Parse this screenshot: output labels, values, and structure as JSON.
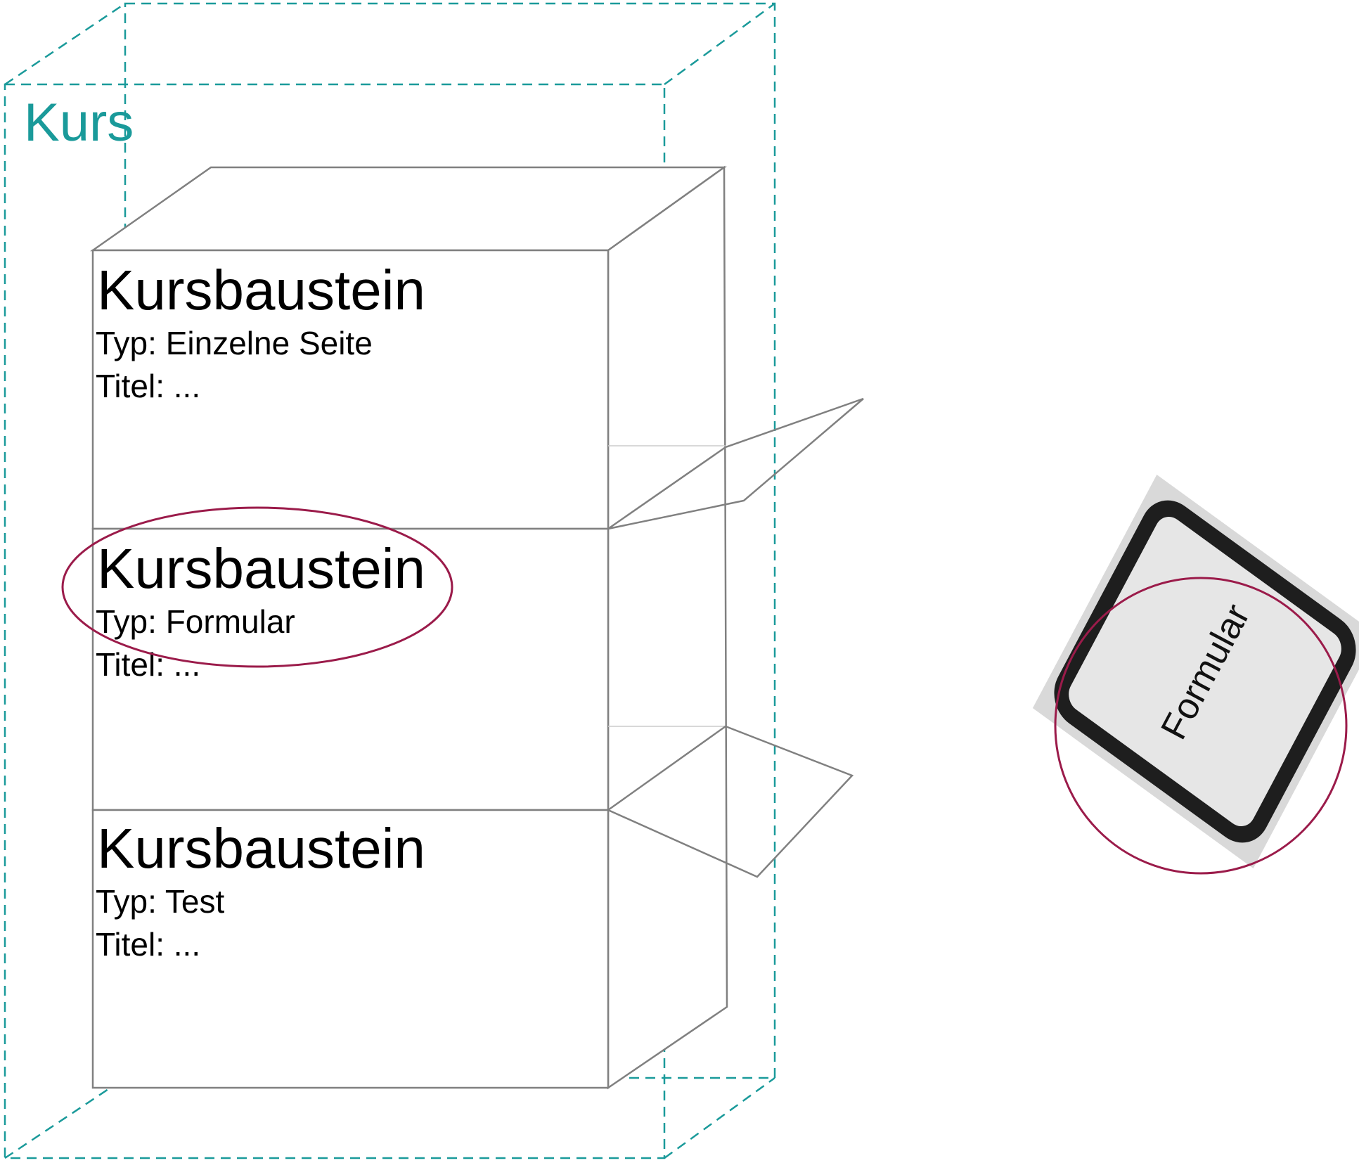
{
  "colors": {
    "kurs_frame": "#1a9a9a",
    "highlight": "#9b1b4a",
    "block_edge": "#808080",
    "card_frame": "#1e1e1e",
    "card_fill": "#e6e6e6"
  },
  "kurs": {
    "label": "Kurs"
  },
  "blocks": [
    {
      "title": "Kursbaustein",
      "type": "Typ: Einzelne Seite",
      "titel": "Titel: ..."
    },
    {
      "title": "Kursbaustein",
      "type": "Typ: Formular",
      "titel": "Titel: ..."
    },
    {
      "title": "Kursbaustein",
      "type": "Typ: Test",
      "titel": "Titel: ..."
    }
  ],
  "formular_card": {
    "label": "Formular",
    "icon": "form-card-icon"
  }
}
